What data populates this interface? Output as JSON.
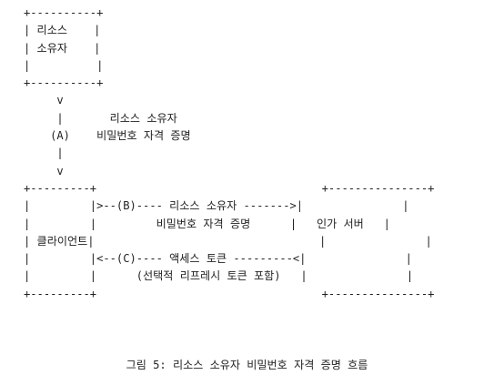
{
  "diagram": {
    "lines": [
      "+----------+",
      "| 리소스    |",
      "| 소유자    |",
      "|          |",
      "+----------+",
      "     v",
      "     |       리소스 소유자",
      "    (A)    비밀번호 자격 증명",
      "     |",
      "     v",
      "+---------+                                  +---------------+",
      "|         |>--(B)---- 리소스 소유자 ------->|               |",
      "|         |         비밀번호 자격 증명      |   인가 서버   |",
      "| 클라이언트|                                  |               |",
      "|         |<--(C)---- 액세스 토큰 ---------<|               |",
      "|         |      (선택적 리프레시 토큰 포함)   |               |",
      "+---------+                                  +---------------+"
    ],
    "caption": "그림 5: 리소스 소유자 비밀번호 자격 증명 흐름"
  }
}
